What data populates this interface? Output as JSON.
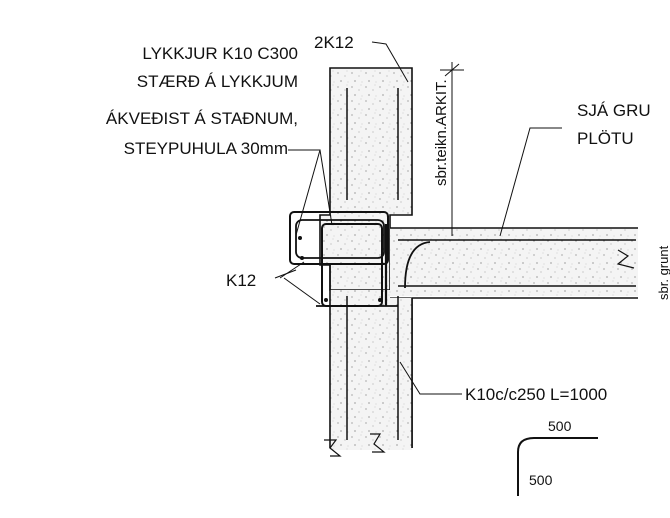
{
  "drawing": {
    "notes": {
      "loop_line1": "LYKKJUR K10 C300",
      "loop_line2": "STÆRÐ Á LYKKJUM",
      "loop_line3": "ÁKVEÐIST Á STAÐNUM,",
      "loop_line4": "STEYPUHULA 30mm",
      "top_bars": "2K12",
      "corner_bars": "K12",
      "arch_ref": "sbr.teikn.ARKIT.",
      "see_ground_line1": "SJÁ GRU",
      "see_ground_line2": "PLÖTU",
      "right_edge_text": "sbr. grunt",
      "wall_bars": "K10c/c250 L=1000",
      "dim_horizontal": "500",
      "dim_vertical": "500"
    }
  }
}
